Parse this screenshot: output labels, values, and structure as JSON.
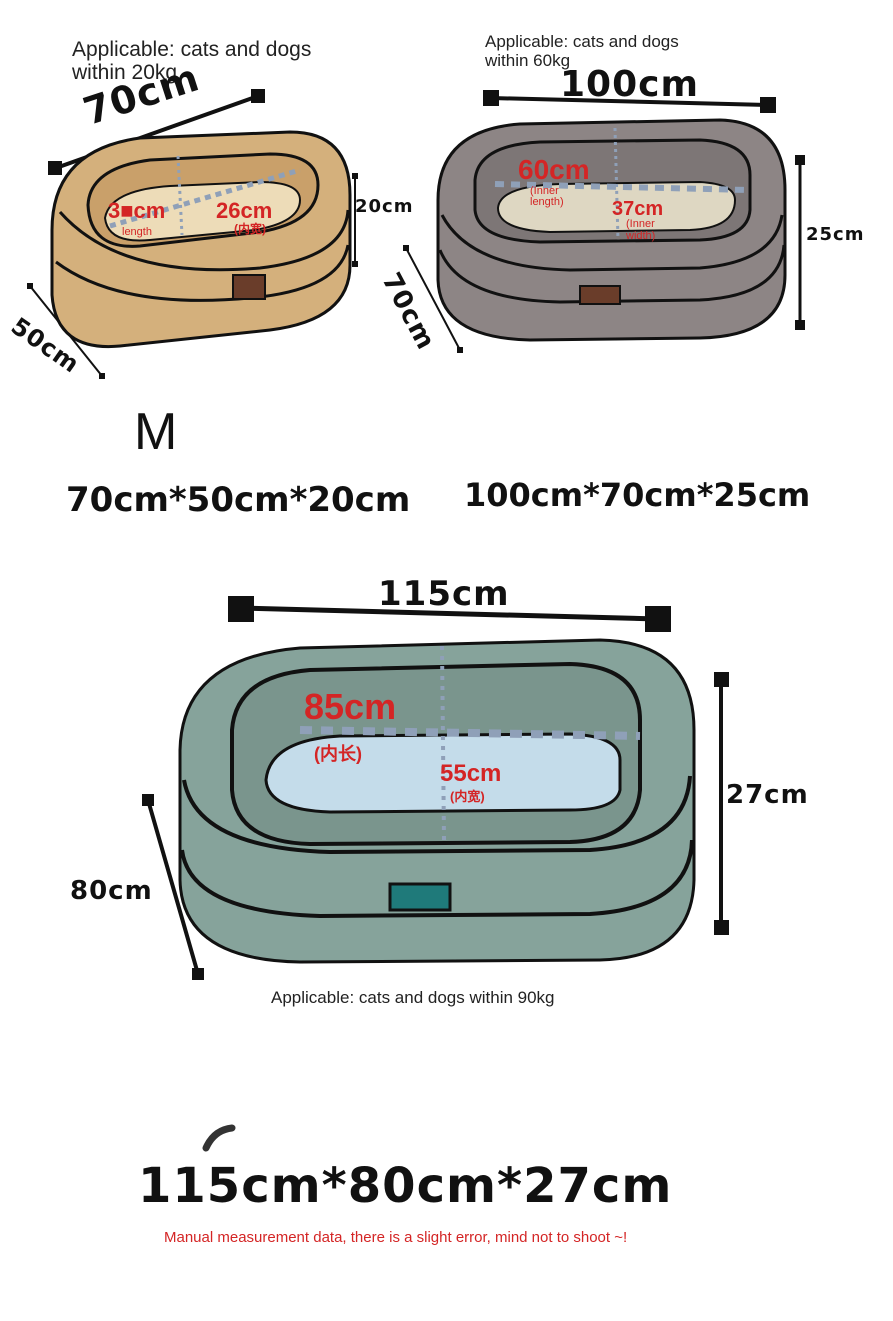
{
  "colors": {
    "bed_m": "#d4b07c",
    "bed_m_inner": "#eddcb8",
    "bed_l": "#8d8585",
    "bed_l_inner": "#ded7c2",
    "bed_xl": "#86a39b",
    "bed_xl_inner": "#c4dcea",
    "label_red": "#d42525",
    "tag_brown": "#6a3d2a",
    "tag_teal": "#1f7a7a"
  },
  "size_m": {
    "applicable": "Applicable: cats and dogs within 20kg",
    "length": "70cm",
    "width": "50cm",
    "height": "20cm",
    "inner_length": "3■cm",
    "inner_length_note": "length",
    "inner_width": "26cm",
    "inner_width_note": "(内宽)",
    "size_label": "M",
    "dimensions": "70cm*50cm*20cm"
  },
  "size_l": {
    "applicable": "Applicable: cats and dogs within 60kg",
    "length": "100cm",
    "width": "70cm",
    "height": "25cm",
    "inner_length": "60cm",
    "inner_length_note": "(Inner length)",
    "inner_width": "37cm",
    "inner_width_note": "(Inner width)",
    "dimensions": "100cm*70cm*25cm"
  },
  "size_xl": {
    "applicable": "Applicable: cats and dogs within 90kg",
    "length": "115cm",
    "width": "80cm",
    "height": "27cm",
    "inner_length": "85cm",
    "inner_length_note": "(内长)",
    "inner_width": "55cm",
    "inner_width_note": "(内宽)",
    "dimensions": "115cm*80cm*27cm"
  },
  "footnote": "Manual measurement data, there is a slight error, mind not to shoot ~!"
}
